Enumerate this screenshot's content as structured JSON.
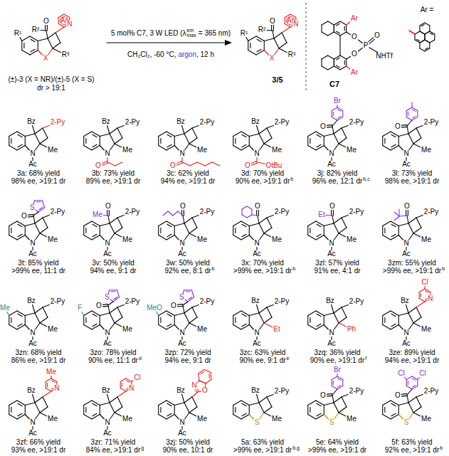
{
  "diagram": {
    "labels": [
      "O",
      "R²",
      "Ar",
      "N",
      "X",
      "R³",
      "R¹",
      "(±)-3 (X = NR)/(±)-5 (X = S)",
      "dr > 19:1",
      "5 mol% C7, 3 W LED (λ",
      "em",
      "max",
      "= 365 nm)",
      "CH₂Cl₂, -60 °C,",
      "argon",
      ", 12 h",
      "O",
      "R²",
      "Ar",
      "N",
      "X",
      "R³",
      "R¹",
      "3/5",
      "Ar",
      "O",
      "O",
      "P",
      "O",
      "NHTf",
      "Ar",
      "C7",
      "Ar =",
      "Bz",
      "2-Py",
      "N",
      "Ac",
      "Me",
      "3a: 68% yield",
      "98% ee, >19:1 dr",
      "Bz",
      "2-Py",
      "N",
      "O",
      "Me",
      "3b: 73% yield",
      "89% ee, >19:1 dr",
      "Bz",
      "2-Py",
      "N",
      "O",
      "Me",
      "3c: 62% yield",
      "94% ee, >19:1 dr",
      "Bz",
      "2-Py",
      "N",
      "O",
      "OtBu",
      "Me",
      "3d: 70% yield",
      "90% ee, >19:1 dr",
      "b",
      "O",
      "Br",
      "2-Py",
      "N",
      "Ac",
      "Me",
      "3j: 82% yield",
      "96% ee, 12:1 dr",
      "b,c",
      "O",
      "2-Py",
      "N",
      "Ac",
      "Me",
      "3l: 73% yield",
      "98% ee, >19:1 dr",
      "O",
      "S",
      "2-Py",
      "N",
      "Ac",
      "Me",
      "3t: 85% yield",
      ">99% ee, 11:1 dr",
      "Me",
      "O",
      "2-Py",
      "N",
      "Ac",
      "Me",
      "3v: 50% yield",
      "94% ee, 9:1 dr",
      "O",
      "2-Py",
      "N",
      "Ac",
      "Me",
      "3w: 50% yield",
      "92% ee, 8:1 dr",
      "b",
      "O",
      "2-Py",
      "N",
      "Ac",
      "Me",
      "3x: 70% yield",
      ">99% ee, >19:1 dr",
      "b",
      "Et",
      "O",
      "2-Py",
      "N",
      "Ac",
      "Me",
      "3zl: 57% yield",
      "91% ee, 4:1 dr",
      "O",
      "2-Py",
      "N",
      "Ac",
      "Me",
      "3zm: 55% yield",
      ">99% ee, >19:1 dr",
      "b",
      "Me",
      "Bz",
      "2-Py",
      "N",
      "Ac",
      "Me",
      "3zn: 68% yield",
      "86% ee, >19:1 dr",
      "F",
      "O",
      "S",
      "2-Py",
      "N",
      "Ac",
      "Me",
      "3zo: 78% yield",
      "90% ee, 11:1 dr",
      "d",
      "MeO",
      "O",
      "S",
      "2-Py",
      "N",
      "Ac",
      "Me",
      "3zp: 72% yield",
      "94% ee, 9:1 dr",
      "Bz",
      "2-Py",
      "N",
      "Ac",
      "Et",
      "3zc: 63% yield",
      "90% ee, 9:1 dr",
      "e",
      "Bz",
      "2-Py",
      "N",
      "Ac",
      "Ph",
      "3zq: 36% yield",
      "90% ee, >19:1 dr",
      "f",
      "Bz",
      "Cl",
      "N",
      "N",
      "Ac",
      "Me",
      "3ze: 89% yield",
      "94% ee, >19:1 dr",
      "Bz",
      "Me",
      "N",
      "N",
      "Ac",
      "Me",
      "3zf: 66% yield",
      "93% ee, >19:1 dr",
      "Bz",
      "Cl",
      "N",
      "N",
      "Ac",
      "Me",
      "3zr: 71% yield",
      "84% ee, >19:1 dr",
      "g",
      "Bz",
      "N",
      "O",
      "N",
      "Ac",
      "Me",
      "3zj: 50% yield",
      "90% ee, 10:1 dr",
      "Bz",
      "2-Py",
      "S",
      "Me",
      "5a: 63% yield",
      ">99% ee, >19:1 dr",
      "b,g",
      "O",
      "Br",
      "2-Py",
      "S",
      "Me",
      "5e: 64% yield",
      ">99% ee, >19:1 dr",
      "O",
      "Cl",
      "Cl",
      "2-Py",
      "S",
      "Me",
      "5f: 63% yield",
      "92% ee, >19:1 dr",
      "b"
    ]
  }
}
